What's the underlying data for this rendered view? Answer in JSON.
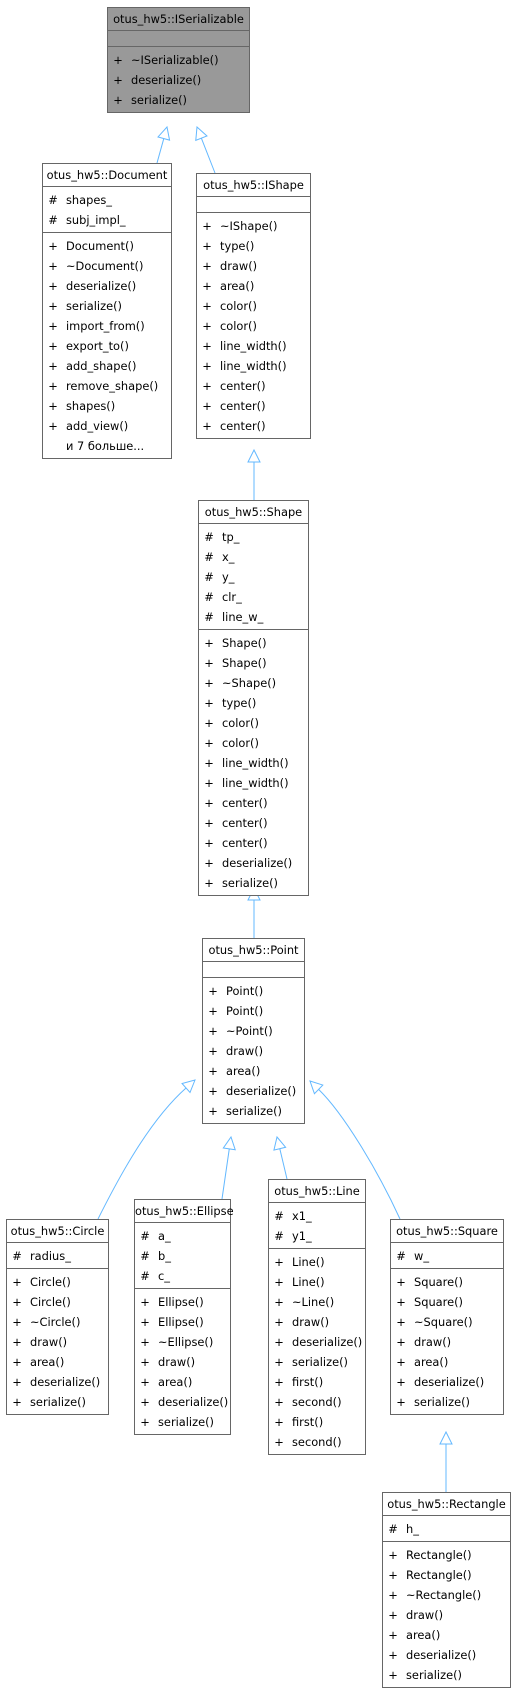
{
  "classes": {
    "iserializable": {
      "title": "otus_hw5::ISerializable",
      "attributes": [],
      "methods": [
        {
          "vis": "+",
          "name": "~ISerializable()"
        },
        {
          "vis": "+",
          "name": "deserialize()"
        },
        {
          "vis": "+",
          "name": "serialize()"
        }
      ]
    },
    "document": {
      "title": "otus_hw5::Document",
      "attributes": [
        {
          "vis": "#",
          "name": "shapes_"
        },
        {
          "vis": "#",
          "name": "subj_impl_"
        }
      ],
      "methods": [
        {
          "vis": "+",
          "name": "Document()"
        },
        {
          "vis": "+",
          "name": "~Document()"
        },
        {
          "vis": "+",
          "name": "deserialize()"
        },
        {
          "vis": "+",
          "name": "serialize()"
        },
        {
          "vis": "+",
          "name": "import_from()"
        },
        {
          "vis": "+",
          "name": "export_to()"
        },
        {
          "vis": "+",
          "name": "add_shape()"
        },
        {
          "vis": "+",
          "name": "remove_shape()"
        },
        {
          "vis": "+",
          "name": "shapes()"
        },
        {
          "vis": "+",
          "name": "add_view()"
        },
        {
          "vis": "",
          "name": "и 7 больше..."
        }
      ]
    },
    "ishape": {
      "title": "otus_hw5::IShape",
      "attributes": [],
      "methods": [
        {
          "vis": "+",
          "name": "~IShape()"
        },
        {
          "vis": "+",
          "name": "type()"
        },
        {
          "vis": "+",
          "name": "draw()"
        },
        {
          "vis": "+",
          "name": "area()"
        },
        {
          "vis": "+",
          "name": "color()"
        },
        {
          "vis": "+",
          "name": "color()"
        },
        {
          "vis": "+",
          "name": "line_width()"
        },
        {
          "vis": "+",
          "name": "line_width()"
        },
        {
          "vis": "+",
          "name": "center()"
        },
        {
          "vis": "+",
          "name": "center()"
        },
        {
          "vis": "+",
          "name": "center()"
        }
      ]
    },
    "shape": {
      "title": "otus_hw5::Shape",
      "attributes": [
        {
          "vis": "#",
          "name": "tp_"
        },
        {
          "vis": "#",
          "name": "x_"
        },
        {
          "vis": "#",
          "name": "y_"
        },
        {
          "vis": "#",
          "name": "clr_"
        },
        {
          "vis": "#",
          "name": "line_w_"
        }
      ],
      "methods": [
        {
          "vis": "+",
          "name": "Shape()"
        },
        {
          "vis": "+",
          "name": "Shape()"
        },
        {
          "vis": "+",
          "name": "~Shape()"
        },
        {
          "vis": "+",
          "name": "type()"
        },
        {
          "vis": "+",
          "name": "color()"
        },
        {
          "vis": "+",
          "name": "color()"
        },
        {
          "vis": "+",
          "name": "line_width()"
        },
        {
          "vis": "+",
          "name": "line_width()"
        },
        {
          "vis": "+",
          "name": "center()"
        },
        {
          "vis": "+",
          "name": "center()"
        },
        {
          "vis": "+",
          "name": "center()"
        },
        {
          "vis": "+",
          "name": "deserialize()"
        },
        {
          "vis": "+",
          "name": "serialize()"
        }
      ]
    },
    "point": {
      "title": "otus_hw5::Point",
      "attributes": [],
      "methods": [
        {
          "vis": "+",
          "name": "Point()"
        },
        {
          "vis": "+",
          "name": "Point()"
        },
        {
          "vis": "+",
          "name": "~Point()"
        },
        {
          "vis": "+",
          "name": "draw()"
        },
        {
          "vis": "+",
          "name": "area()"
        },
        {
          "vis": "+",
          "name": "deserialize()"
        },
        {
          "vis": "+",
          "name": "serialize()"
        }
      ]
    },
    "circle": {
      "title": "otus_hw5::Circle",
      "attributes": [
        {
          "vis": "#",
          "name": "radius_"
        }
      ],
      "methods": [
        {
          "vis": "+",
          "name": "Circle()"
        },
        {
          "vis": "+",
          "name": "Circle()"
        },
        {
          "vis": "+",
          "name": "~Circle()"
        },
        {
          "vis": "+",
          "name": "draw()"
        },
        {
          "vis": "+",
          "name": "area()"
        },
        {
          "vis": "+",
          "name": "deserialize()"
        },
        {
          "vis": "+",
          "name": "serialize()"
        }
      ]
    },
    "ellipse": {
      "title": "otus_hw5::Ellipse",
      "attributes": [
        {
          "vis": "#",
          "name": "a_"
        },
        {
          "vis": "#",
          "name": "b_"
        },
        {
          "vis": "#",
          "name": "c_"
        }
      ],
      "methods": [
        {
          "vis": "+",
          "name": "Ellipse()"
        },
        {
          "vis": "+",
          "name": "Ellipse()"
        },
        {
          "vis": "+",
          "name": "~Ellipse()"
        },
        {
          "vis": "+",
          "name": "draw()"
        },
        {
          "vis": "+",
          "name": "area()"
        },
        {
          "vis": "+",
          "name": "deserialize()"
        },
        {
          "vis": "+",
          "name": "serialize()"
        }
      ]
    },
    "line": {
      "title": "otus_hw5::Line",
      "attributes": [
        {
          "vis": "#",
          "name": "x1_"
        },
        {
          "vis": "#",
          "name": "y1_"
        }
      ],
      "methods": [
        {
          "vis": "+",
          "name": "Line()"
        },
        {
          "vis": "+",
          "name": "Line()"
        },
        {
          "vis": "+",
          "name": "~Line()"
        },
        {
          "vis": "+",
          "name": "draw()"
        },
        {
          "vis": "+",
          "name": "deserialize()"
        },
        {
          "vis": "+",
          "name": "serialize()"
        },
        {
          "vis": "+",
          "name": "first()"
        },
        {
          "vis": "+",
          "name": "second()"
        },
        {
          "vis": "+",
          "name": "first()"
        },
        {
          "vis": "+",
          "name": "second()"
        }
      ]
    },
    "square": {
      "title": "otus_hw5::Square",
      "attributes": [
        {
          "vis": "#",
          "name": "w_"
        }
      ],
      "methods": [
        {
          "vis": "+",
          "name": "Square()"
        },
        {
          "vis": "+",
          "name": "Square()"
        },
        {
          "vis": "+",
          "name": "~Square()"
        },
        {
          "vis": "+",
          "name": "draw()"
        },
        {
          "vis": "+",
          "name": "area()"
        },
        {
          "vis": "+",
          "name": "deserialize()"
        },
        {
          "vis": "+",
          "name": "serialize()"
        }
      ]
    },
    "rectangle": {
      "title": "otus_hw5::Rectangle",
      "attributes": [
        {
          "vis": "#",
          "name": "h_"
        }
      ],
      "methods": [
        {
          "vis": "+",
          "name": "Rectangle()"
        },
        {
          "vis": "+",
          "name": "Rectangle()"
        },
        {
          "vis": "+",
          "name": "~Rectangle()"
        },
        {
          "vis": "+",
          "name": "draw()"
        },
        {
          "vis": "+",
          "name": "area()"
        },
        {
          "vis": "+",
          "name": "deserialize()"
        },
        {
          "vis": "+",
          "name": "serialize()"
        }
      ]
    }
  },
  "inheritance": [
    {
      "child": "document",
      "parent": "iserializable"
    },
    {
      "child": "ishape",
      "parent": "iserializable"
    },
    {
      "child": "shape",
      "parent": "ishape"
    },
    {
      "child": "point",
      "parent": "shape"
    },
    {
      "child": "circle",
      "parent": "point"
    },
    {
      "child": "ellipse",
      "parent": "point"
    },
    {
      "child": "line",
      "parent": "point"
    },
    {
      "child": "square",
      "parent": "point"
    },
    {
      "child": "rectangle",
      "parent": "square"
    }
  ],
  "colors": {
    "edge": "#63b8ff",
    "border": "#666666",
    "highlight_fill": "#999999"
  }
}
